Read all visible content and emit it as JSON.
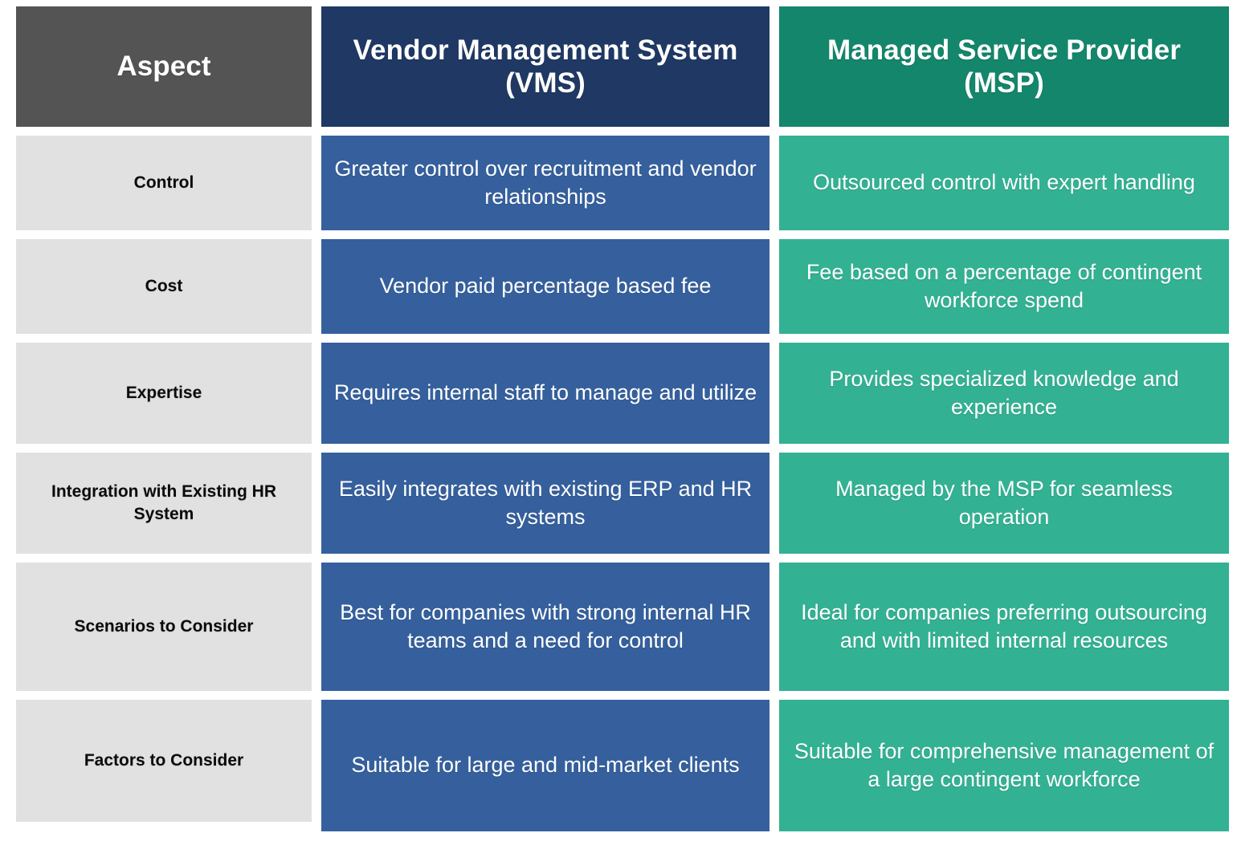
{
  "table": {
    "columns": [
      {
        "key": "aspect",
        "header": "Aspect",
        "accent": "#545454"
      },
      {
        "key": "vms",
        "header": "Vendor Management System (VMS)",
        "accent": "#1F3864"
      },
      {
        "key": "msp",
        "header": "Managed Service Provider (MSP)",
        "accent": "#13866B"
      }
    ],
    "body_colors": {
      "aspect": "#E1E1E1",
      "vms": "#35609D",
      "msp": "#33B193"
    },
    "rows": [
      {
        "aspect": "Control",
        "vms": "Greater control over recruitment and vendor relationships",
        "msp": "Outsourced control with expert handling"
      },
      {
        "aspect": "Cost",
        "vms": "Vendor paid percentage based fee",
        "msp": "Fee based on a percentage of contingent workforce spend"
      },
      {
        "aspect": "Expertise",
        "vms": "Requires internal staff to manage and utilize",
        "msp": "Provides specialized knowledge and experience"
      },
      {
        "aspect": "Integration with Existing HR System",
        "vms": "Easily integrates with existing ERP and HR systems",
        "msp": "Managed by the MSP for seamless operation"
      },
      {
        "aspect": "Scenarios to Consider",
        "vms": "Best for companies with strong internal HR teams and a need for control",
        "msp": "Ideal for companies preferring outsourcing and with limited internal resources"
      },
      {
        "aspect": "Factors to Consider",
        "vms": "Suitable for large and mid-market clients",
        "msp": "Suitable for comprehensive management of a large contingent workforce"
      }
    ]
  }
}
